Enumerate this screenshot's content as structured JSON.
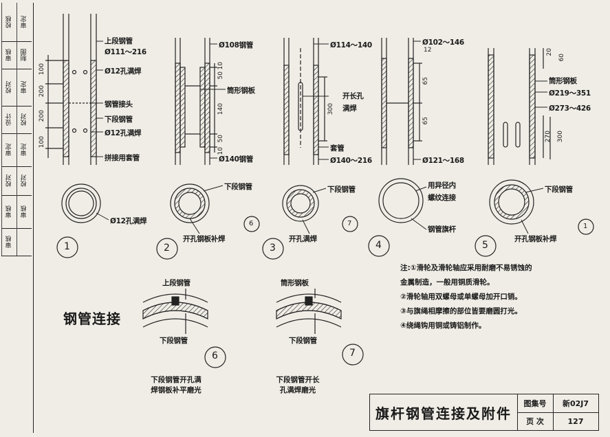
{
  "sidebar": {
    "rows": [
      {
        "a": "校核",
        "b": "审定"
      },
      {
        "a": "审核",
        "b": "制图"
      },
      {
        "a": "校对",
        "b": "审定"
      },
      {
        "a": "设计",
        "b": "校对"
      },
      {
        "a": "审定",
        "b": "审定"
      },
      {
        "a": "校对",
        "b": "校对"
      },
      {
        "a": "审核",
        "b": "审核"
      },
      {
        "a": "审核",
        "b": ""
      }
    ]
  },
  "col1": {
    "labels": [
      "上段钢管",
      "Ø111～216",
      "Ø12孔满焊",
      "钢管接头",
      "下段钢管",
      "Ø12孔满焊",
      "拼接用套管"
    ],
    "dims": [
      "100",
      "200",
      "200",
      "100"
    ]
  },
  "col2": {
    "labels": [
      "Ø108钢管",
      "筒形钢板",
      "Ø140钢管"
    ],
    "dims": [
      "10",
      "50",
      "140",
      "50",
      "10"
    ]
  },
  "col3": {
    "labels": [
      "Ø114～140",
      "开长孔",
      "满焊",
      "套管",
      "Ø140～216"
    ],
    "dims": [
      "300"
    ]
  },
  "col4": {
    "labels": [
      "Ø102～146",
      "Ø121～168"
    ],
    "dims": [
      "12",
      "65",
      "65"
    ]
  },
  "col5": {
    "labels": [
      "筒形钢板",
      "Ø219～351",
      "Ø273～426"
    ],
    "dims": [
      "60",
      "20",
      "270",
      "300"
    ]
  },
  "sections": {
    "s1": {
      "num": "1",
      "label": "Ø12孔满焊"
    },
    "s2": {
      "num": "2",
      "label": "下段钢管",
      "label2": "开孔钢板补焊",
      "ref": "6"
    },
    "s3": {
      "num": "3",
      "label": "下段钢管",
      "label2": "开孔满焊",
      "ref": "7"
    },
    "s4": {
      "num": "4",
      "label": "用异径内",
      "label_b": "螺纹连接",
      "label2": "钢管旗杆"
    },
    "s5": {
      "num": "5",
      "label": "下段钢管",
      "label2": "开孔钢板补焊",
      "ref": "1"
    }
  },
  "detail6": {
    "num": "6",
    "top": "上段钢管",
    "bottom": "下段钢管",
    "caption1": "下段钢管开孔满",
    "caption2": "焊钢板补平磨光"
  },
  "detail7": {
    "num": "7",
    "top": "筒形钢板",
    "bottom": "下段钢管",
    "caption1": "下段钢管开长",
    "caption2": "孔满焊磨光"
  },
  "section_title": "钢管连接",
  "notes": {
    "prefix": "注:",
    "items": [
      "①滑轮及滑轮轴应采用耐磨不易锈蚀的金属制造，一般用铜质滑轮。",
      "②滑轮轴用双螺母或单螺母加开口销。",
      "③与旗绳相摩擦的部位皆要磨圆打光。",
      "④绕绳钩用铜或铸铝制作。"
    ]
  },
  "titleblock": {
    "title": "旗杆钢管连接及附件",
    "atlas_label": "图集号",
    "atlas_value": "新02J7",
    "page_label": "页 次",
    "page_value": "127"
  }
}
